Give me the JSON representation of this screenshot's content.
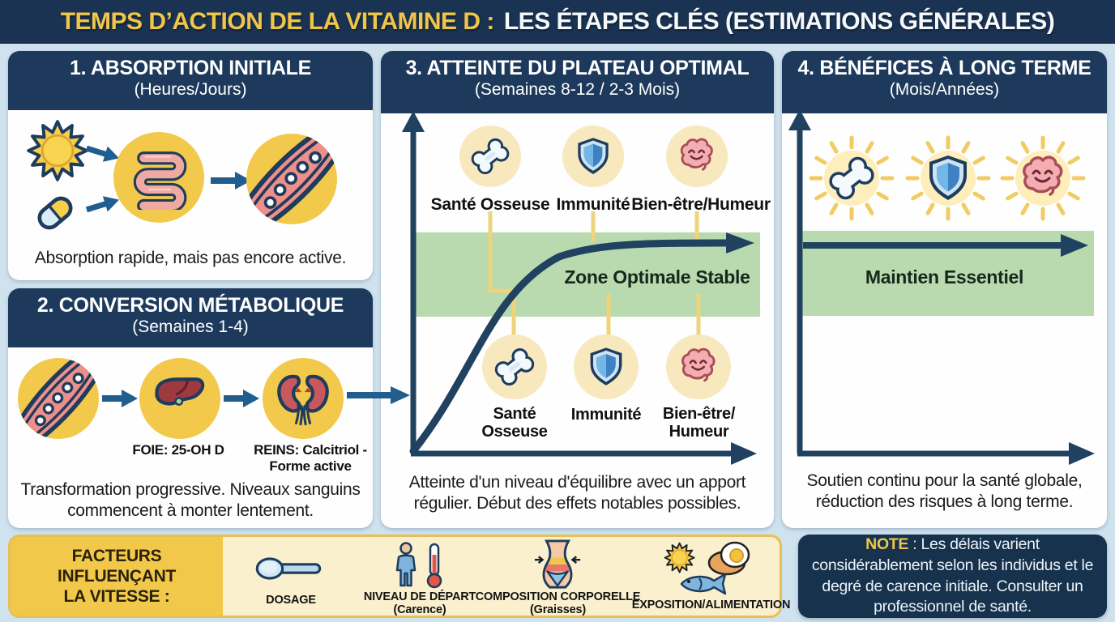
{
  "title": {
    "part1": "TEMPS D’ACTION DE LA VITAMINE D :",
    "part2": "LES ÉTAPES CLÉS (ESTIMATIONS GÉNÉRALES)"
  },
  "panel1": {
    "title": "1. ABSORPTION INITIALE",
    "subtitle": "(Heures/Jours)",
    "caption": "Absorption rapide, mais pas encore active."
  },
  "panel2": {
    "title": "2. CONVERSION MÉTABOLIQUE",
    "subtitle": "(Semaines 1-4)",
    "liver_label": "FOIE: 25-OH D",
    "kidneys_label": "REINS: Calcitriol - Forme active",
    "caption": "Transformation progressive. Niveaux sanguins commencent à monter lentement."
  },
  "panel3": {
    "title": "3. ATTEINTE DU PLATEAU OPTIMAL",
    "subtitle": "(Semaines 8-12 / 2-3 Mois)",
    "top_labels": [
      "Santé Osseuse",
      "Immunité",
      "Bien-être/Humeur"
    ],
    "zone_label": "Zone Optimale Stable",
    "bottom_labels": [
      "Santé Osseuse",
      "Immunité",
      "Bien-être/ Humeur"
    ],
    "caption": "Atteinte d'un niveau d'équilibre avec un apport régulier. Début des effets notables possibles."
  },
  "panel4": {
    "title": "4. BÉNÉFICES À LONG TERME",
    "subtitle": "(Mois/Années)",
    "band_label": "Maintien Essentiel",
    "caption": "Soutien continu pour la santé globale, réduction des risques à long terme."
  },
  "factors": {
    "heading_line1": "FACTEURS INFLUENÇANT",
    "heading_line2": "LA VITESSE :",
    "items": [
      {
        "label": "DOSAGE",
        "sub": ""
      },
      {
        "label": "NIVEAU DE DÉPART",
        "sub": "(Carence)"
      },
      {
        "label": "COMPOSITION CORPORELLE",
        "sub": "(Graisses)"
      },
      {
        "label": "EXPOSITION/ALIMENTATION",
        "sub": ""
      }
    ]
  },
  "note": {
    "label": "NOTE",
    "text": " : Les délais varient considérablement selon les individus et le degré de carence initiale. Consulter un professionnel de santé."
  },
  "colors": {
    "navy": "#1d3a5c",
    "gold": "#f2c84b",
    "background": "#cfe2ee",
    "green_zone": "#b9d9ae",
    "arrow_blue": "#1f5e8e",
    "cream": "#faf0cd"
  }
}
